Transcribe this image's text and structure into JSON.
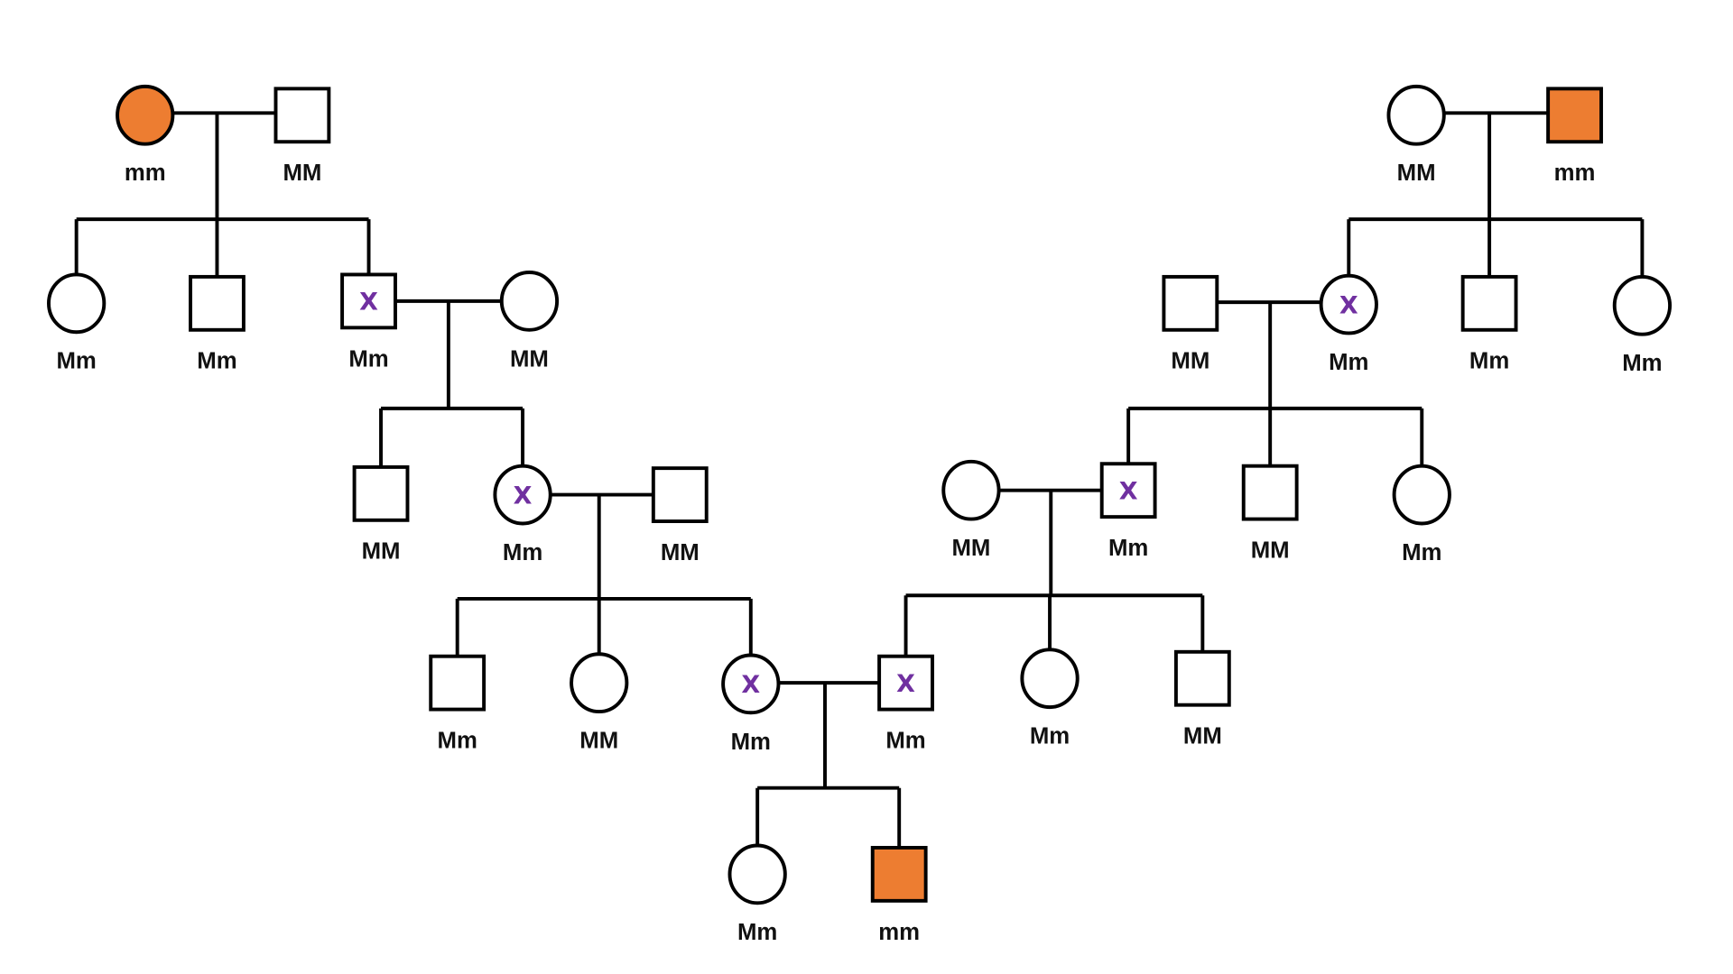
{
  "diagram": {
    "type": "pedigree",
    "colors": {
      "affected_fill": "#ED7D31",
      "unaffected_fill": "#FFFFFF",
      "carrier_mark": "#7030A0",
      "line": "#000000"
    },
    "legend_semantics": {
      "affected": "mm",
      "carrier_mark_symbol": "X"
    },
    "individuals": [
      {
        "id": "L1F",
        "sex": "female",
        "affected": true,
        "marked": false,
        "genotype": "mm"
      },
      {
        "id": "L1M",
        "sex": "male",
        "affected": false,
        "marked": false,
        "genotype": "MM"
      },
      {
        "id": "L2a",
        "sex": "female",
        "affected": false,
        "marked": false,
        "genotype": "Mm"
      },
      {
        "id": "L2b",
        "sex": "male",
        "affected": false,
        "marked": false,
        "genotype": "Mm"
      },
      {
        "id": "L2c",
        "sex": "male",
        "affected": false,
        "marked": true,
        "genotype": "Mm"
      },
      {
        "id": "L2s",
        "sex": "female",
        "affected": false,
        "marked": false,
        "genotype": "MM"
      },
      {
        "id": "L3a",
        "sex": "male",
        "affected": false,
        "marked": false,
        "genotype": "MM"
      },
      {
        "id": "L3b",
        "sex": "female",
        "affected": false,
        "marked": true,
        "genotype": "Mm"
      },
      {
        "id": "L3s",
        "sex": "male",
        "affected": false,
        "marked": false,
        "genotype": "MM"
      },
      {
        "id": "L4a",
        "sex": "male",
        "affected": false,
        "marked": false,
        "genotype": "Mm"
      },
      {
        "id": "L4b",
        "sex": "female",
        "affected": false,
        "marked": false,
        "genotype": "MM"
      },
      {
        "id": "L4c",
        "sex": "female",
        "affected": false,
        "marked": true,
        "genotype": "Mm"
      },
      {
        "id": "R4c",
        "sex": "male",
        "affected": false,
        "marked": true,
        "genotype": "Mm"
      },
      {
        "id": "R4b",
        "sex": "female",
        "affected": false,
        "marked": false,
        "genotype": "Mm"
      },
      {
        "id": "R4a",
        "sex": "male",
        "affected": false,
        "marked": false,
        "genotype": "MM"
      },
      {
        "id": "C5a",
        "sex": "female",
        "affected": false,
        "marked": false,
        "genotype": "Mm"
      },
      {
        "id": "C5b",
        "sex": "male",
        "affected": true,
        "marked": false,
        "genotype": "mm"
      },
      {
        "id": "R1F",
        "sex": "female",
        "affected": false,
        "marked": false,
        "genotype": "MM"
      },
      {
        "id": "R1M",
        "sex": "male",
        "affected": true,
        "marked": false,
        "genotype": "mm"
      },
      {
        "id": "R2s",
        "sex": "male",
        "affected": false,
        "marked": false,
        "genotype": "MM"
      },
      {
        "id": "R2a",
        "sex": "female",
        "affected": false,
        "marked": true,
        "genotype": "Mm"
      },
      {
        "id": "R2b",
        "sex": "male",
        "affected": false,
        "marked": false,
        "genotype": "Mm"
      },
      {
        "id": "R2c",
        "sex": "female",
        "affected": false,
        "marked": false,
        "genotype": "Mm"
      },
      {
        "id": "R3s",
        "sex": "female",
        "affected": false,
        "marked": false,
        "genotype": "MM"
      },
      {
        "id": "R3a",
        "sex": "male",
        "affected": false,
        "marked": true,
        "genotype": "Mm"
      },
      {
        "id": "R3b",
        "sex": "male",
        "affected": false,
        "marked": false,
        "genotype": "MM"
      },
      {
        "id": "R3c",
        "sex": "female",
        "affected": false,
        "marked": false,
        "genotype": "Mm"
      }
    ],
    "matings": [
      {
        "partners": [
          "L1F",
          "L1M"
        ],
        "children": [
          "L2a",
          "L2b",
          "L2c"
        ]
      },
      {
        "partners": [
          "L2c",
          "L2s"
        ],
        "children": [
          "L3a",
          "L3b"
        ]
      },
      {
        "partners": [
          "L3b",
          "L3s"
        ],
        "children": [
          "L4a",
          "L4b",
          "L4c"
        ]
      },
      {
        "partners": [
          "R1F",
          "R1M"
        ],
        "children": [
          "R2a",
          "R2b",
          "R2c"
        ]
      },
      {
        "partners": [
          "R2s",
          "R2a"
        ],
        "children": [
          "R3a",
          "R3b",
          "R3c"
        ]
      },
      {
        "partners": [
          "R3s",
          "R3a"
        ],
        "children": [
          "R4c",
          "R4b",
          "R4a"
        ]
      },
      {
        "partners": [
          "L4c",
          "R4c"
        ],
        "children": [
          "C5a",
          "C5b"
        ]
      }
    ],
    "mark_text": "X"
  }
}
